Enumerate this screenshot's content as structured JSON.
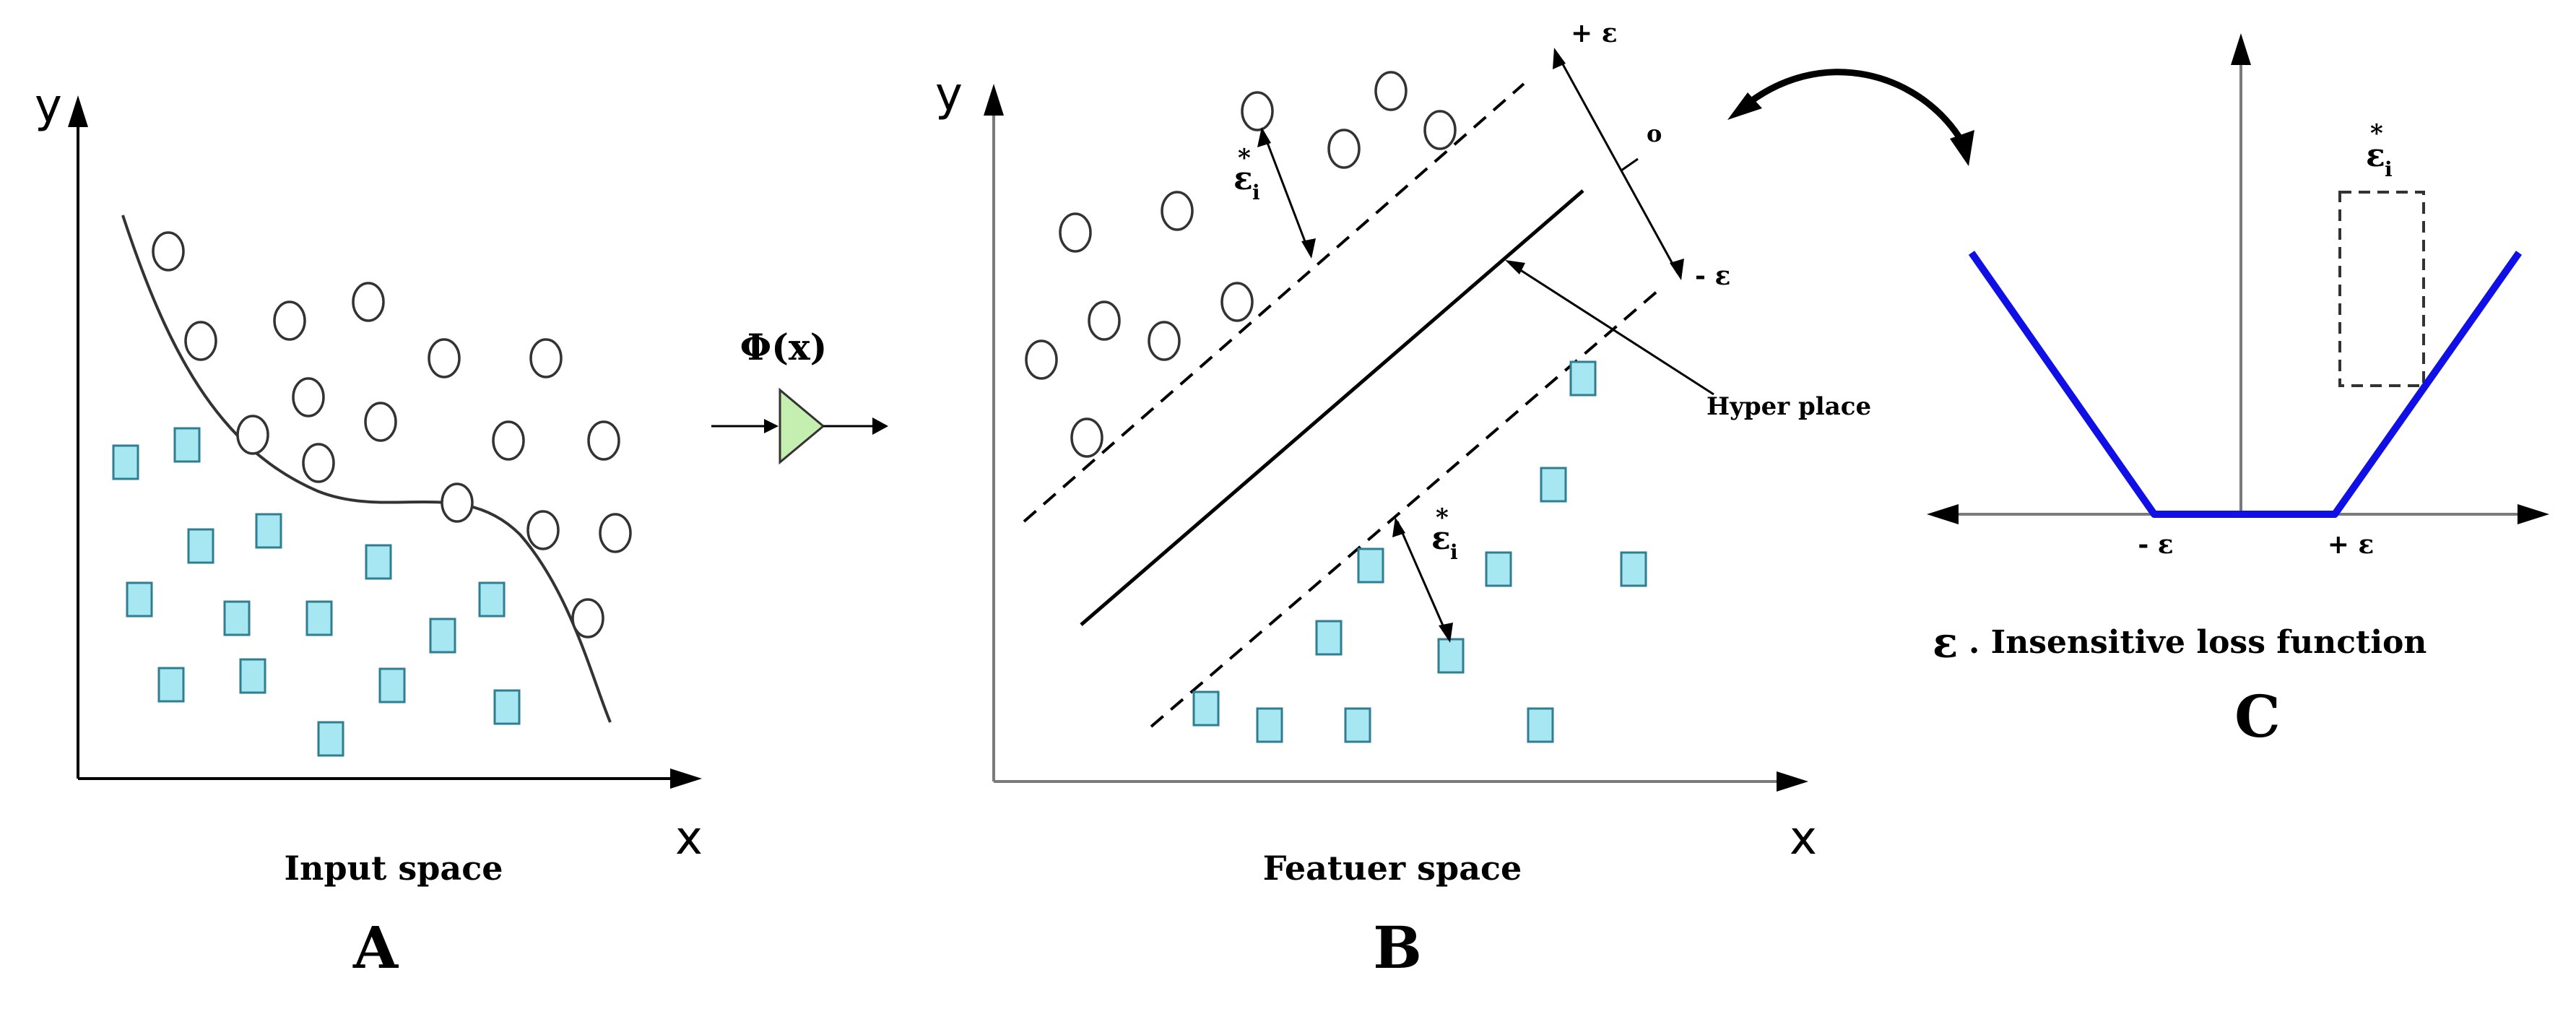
{
  "panel_a": {
    "y_label": "y",
    "x_label": "x",
    "caption": "Input space",
    "letter": "A"
  },
  "mapping": {
    "label": "Φ(x)",
    "icon": "amplifier-triangle-icon"
  },
  "panel_b": {
    "y_label": "y",
    "x_label": "x",
    "plus_eps": "+ ε",
    "minus_eps": "- ε",
    "slack_label": "ε",
    "slack_star": "*",
    "slack_sub": "i",
    "small_o": "o",
    "hyperplane_label": "Hyper place",
    "caption": "Featuer space",
    "letter": "B"
  },
  "panel_c": {
    "minus_eps": "- ε",
    "plus_eps": "+ ε",
    "slack_label": "ε",
    "slack_star": "*",
    "slack_sub": "i",
    "title_symbol": "ε",
    "title_text": ". Insensitive loss function",
    "letter": "C"
  },
  "colors": {
    "class_square_fill": "#a6e7f2",
    "class_square_stroke": "#2f7e92",
    "loss_line": "#1010e6",
    "amplifier_fill": "#c4efb0"
  }
}
